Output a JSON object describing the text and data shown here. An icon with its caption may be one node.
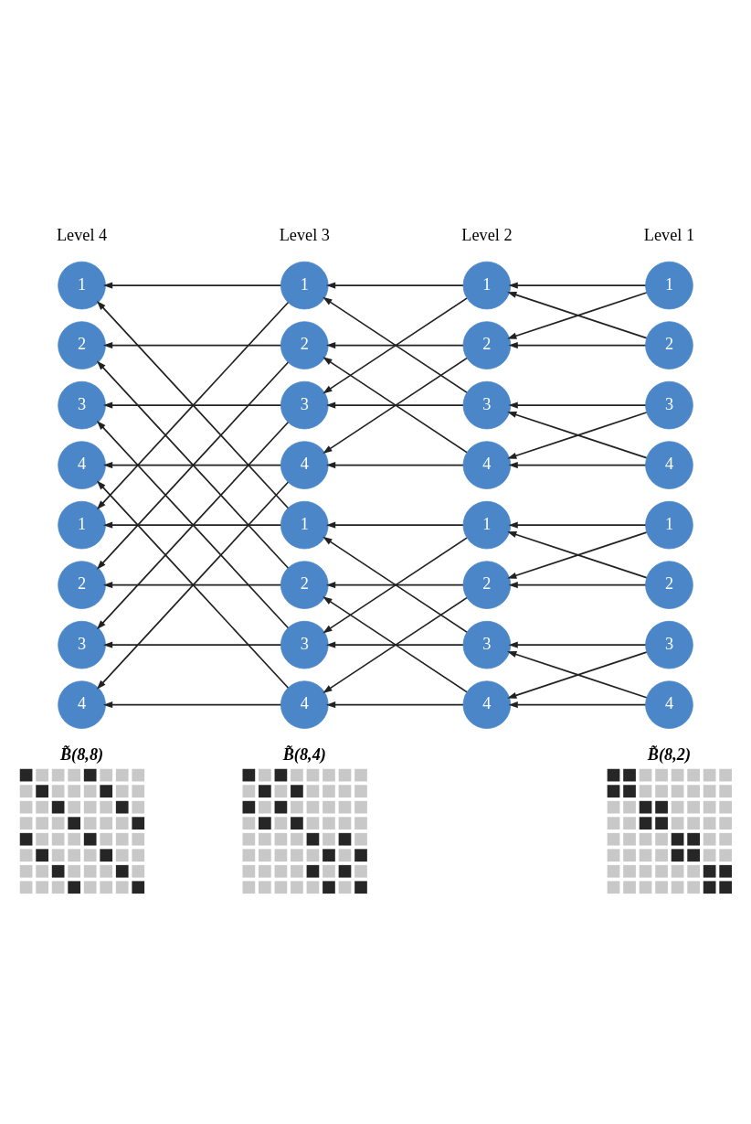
{
  "diagram": {
    "nodes": [
      {
        "text": [
          "1"
        ]
      },
      {
        "text": [
          "1"
        ]
      },
      {
        "text": [
          "1"
        ]
      },
      {
        "text": [
          "1"
        ]
      },
      {
        "text": [
          "2"
        ]
      },
      {
        "text": [
          "2"
        ]
      },
      {
        "text": [
          "2"
        ]
      },
      {
        "text": [
          "2"
        ]
      },
      {
        "text": [
          "3"
        ]
      },
      {
        "text": [
          "3"
        ]
      },
      {
        "text": [
          "3"
        ]
      },
      {
        "text": [
          "3"
        ]
      },
      {
        "text": [
          "4"
        ]
      },
      {
        "text": [
          "4"
        ]
      },
      {
        "text": [
          "4"
        ]
      },
      {
        "text": [
          "4"
        ]
      },
      {
        "text": [
          "1"
        ]
      },
      {
        "text": [
          "1"
        ]
      },
      {
        "text": [
          "1"
        ]
      },
      {
        "text": [
          "1"
        ]
      },
      {
        "text": [
          "2"
        ]
      },
      {
        "text": [
          "2"
        ]
      },
      {
        "text": [
          "2"
        ]
      },
      {
        "text": [
          "2"
        ]
      },
      {
        "text": [
          "3"
        ]
      },
      {
        "text": [
          "3"
        ]
      },
      {
        "text": [
          "3"
        ]
      },
      {
        "text": [
          "3"
        ]
      },
      {
        "text": [
          "4"
        ]
      },
      {
        "text": [
          "4"
        ]
      },
      {
        "text": [
          "4"
        ]
      },
      {
        "text": [
          "4"
        ]
      }
    ],
    "edges": [
      {
        "from": 3,
        "to": 2,
        "arrow": "to"
      },
      {
        "from": 3,
        "to": 6,
        "arrow": "to"
      },
      {
        "from": 7,
        "to": 6,
        "arrow": "to"
      },
      {
        "from": 7,
        "to": 2,
        "arrow": "to"
      },
      {
        "from": 11,
        "to": 10,
        "arrow": "to"
      },
      {
        "from": 11,
        "to": 14,
        "arrow": "to"
      },
      {
        "from": 15,
        "to": 14,
        "arrow": "to"
      },
      {
        "from": 15,
        "to": 10,
        "arrow": "to"
      },
      {
        "from": 19,
        "to": 18,
        "arrow": "to"
      },
      {
        "from": 19,
        "to": 22,
        "arrow": "to"
      },
      {
        "from": 23,
        "to": 22,
        "arrow": "to"
      },
      {
        "from": 23,
        "to": 18,
        "arrow": "to"
      },
      {
        "from": 27,
        "to": 26,
        "arrow": "to"
      },
      {
        "from": 27,
        "to": 30,
        "arrow": "to"
      },
      {
        "from": 31,
        "to": 30,
        "arrow": "to"
      },
      {
        "from": 31,
        "to": 26,
        "arrow": "to"
      },
      {
        "from": 2,
        "to": 1,
        "arrow": "to"
      },
      {
        "from": 2,
        "to": 9,
        "arrow": "to"
      },
      {
        "from": 6,
        "to": 5,
        "arrow": "to"
      },
      {
        "from": 6,
        "to": 13,
        "arrow": "to"
      },
      {
        "from": 10,
        "to": 9,
        "arrow": "to"
      },
      {
        "from": 10,
        "to": 1,
        "arrow": "to"
      },
      {
        "from": 14,
        "to": 13,
        "arrow": "to"
      },
      {
        "from": 14,
        "to": 5,
        "arrow": "to"
      },
      {
        "from": 18,
        "to": 17,
        "arrow": "to"
      },
      {
        "from": 18,
        "to": 25,
        "arrow": "to"
      },
      {
        "from": 22,
        "to": 21,
        "arrow": "to"
      },
      {
        "from": 22,
        "to": 29,
        "arrow": "to"
      },
      {
        "from": 26,
        "to": 25,
        "arrow": "to"
      },
      {
        "from": 26,
        "to": 17,
        "arrow": "to"
      },
      {
        "from": 30,
        "to": 29,
        "arrow": "to"
      },
      {
        "from": 30,
        "to": 21,
        "arrow": "to"
      },
      {
        "from": 1,
        "to": 0,
        "arrow": "to"
      },
      {
        "from": 1,
        "to": 16,
        "arrow": "to"
      },
      {
        "from": 5,
        "to": 4,
        "arrow": "to"
      },
      {
        "from": 5,
        "to": 20,
        "arrow": "to"
      },
      {
        "from": 9,
        "to": 8,
        "arrow": "to"
      },
      {
        "from": 9,
        "to": 24,
        "arrow": "to"
      },
      {
        "from": 13,
        "to": 12,
        "arrow": "to"
      },
      {
        "from": 13,
        "to": 28,
        "arrow": "to"
      },
      {
        "from": 17,
        "to": 16,
        "arrow": "to"
      },
      {
        "from": 17,
        "to": 0,
        "arrow": "to"
      },
      {
        "from": 21,
        "to": 20,
        "arrow": "to"
      },
      {
        "from": 21,
        "to": 4,
        "arrow": "to"
      },
      {
        "from": 25,
        "to": 24,
        "arrow": "to"
      },
      {
        "from": 25,
        "to": 8,
        "arrow": "to"
      },
      {
        "from": 29,
        "to": 28,
        "arrow": "to"
      },
      {
        "from": 29,
        "to": 12,
        "arrow": "to"
      }
    ],
    "labels": [
      "Level 4",
      "Level 3",
      "Level 2",
      "Level 1",
      "B̃(8,8)",
      "B̃(8,4)",
      "B̃(8,2)"
    ]
  }
}
